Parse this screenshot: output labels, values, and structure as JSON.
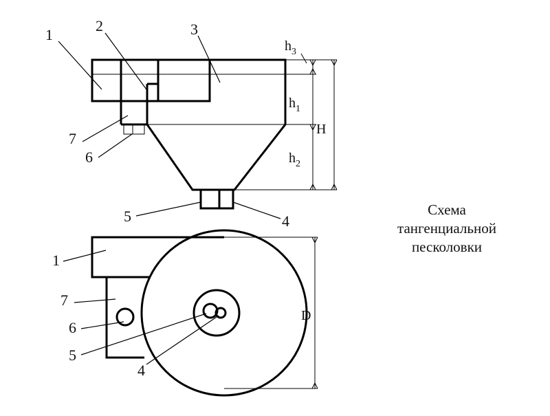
{
  "caption": {
    "line1": "Схема",
    "line2": "тангенциальной",
    "line3": "песколовки"
  },
  "labels": {
    "n1": "1",
    "n2": "2",
    "n3": "3",
    "n4": "4",
    "n5": "5",
    "n6": "6",
    "n7": "7"
  },
  "dimensions": {
    "h_letter": "h",
    "h1_sub": "1",
    "h2_sub": "2",
    "h3_sub": "3",
    "H": "H",
    "D": "D"
  }
}
